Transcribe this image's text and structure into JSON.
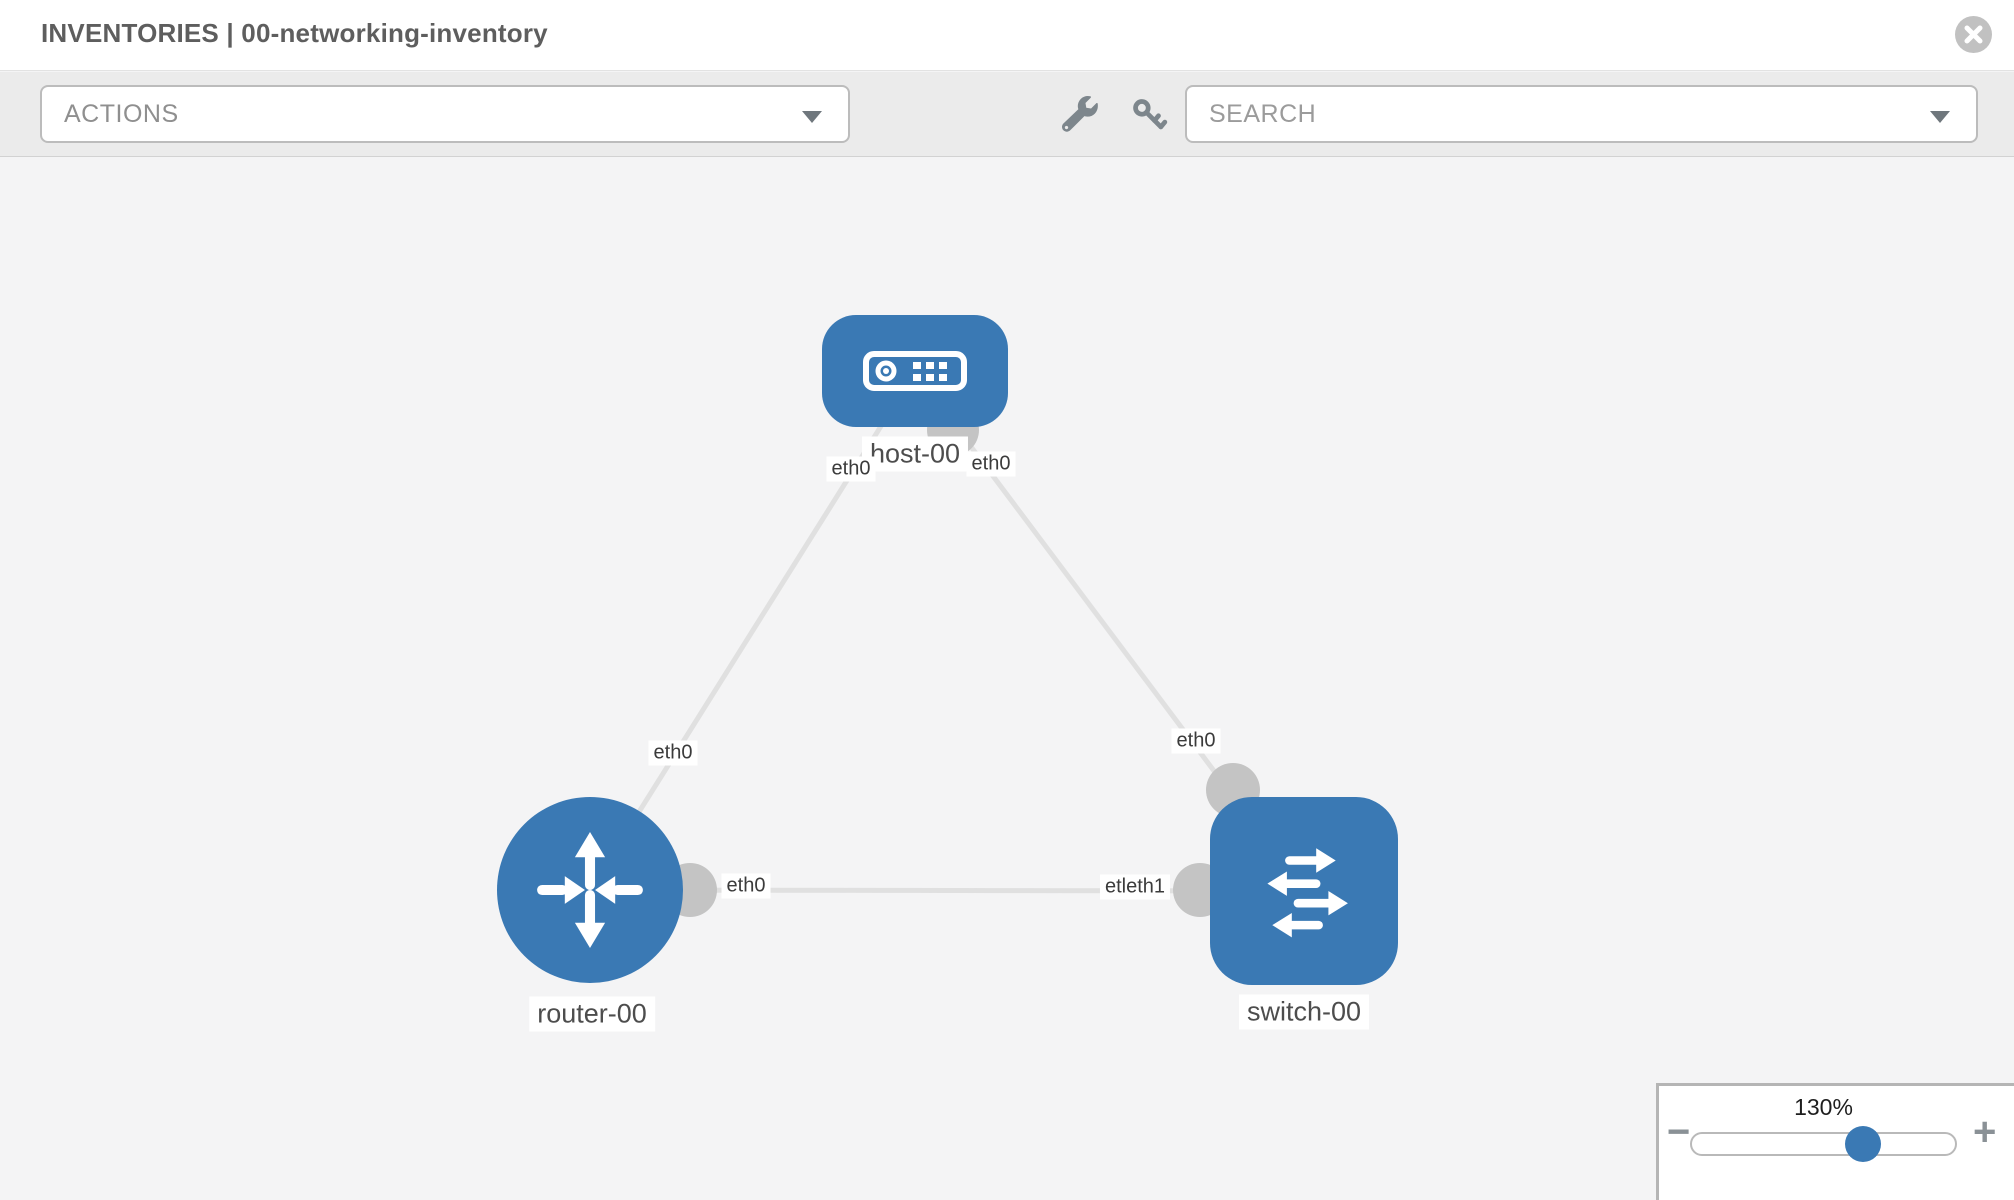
{
  "header": {
    "title": "INVENTORIES | 00-networking-inventory"
  },
  "toolbar": {
    "actions_label": "ACTIONS",
    "search_placeholder": "SEARCH",
    "icons": [
      "wrench-icon",
      "key-icon",
      "caret-down-icon",
      "x-circle-icon"
    ]
  },
  "topology": {
    "nodes": [
      {
        "type": "host",
        "label": "host-00"
      },
      {
        "type": "router",
        "label": "router-00"
      },
      {
        "type": "switch",
        "label": "switch-00"
      }
    ],
    "links": [
      {
        "from": "host-00",
        "to": "router-00"
      },
      {
        "from": "host-00",
        "to": "switch-00"
      },
      {
        "from": "router-00",
        "to": "switch-00"
      }
    ],
    "interface_labels": {
      "host_to_router_near_host": "eth0",
      "host_to_router_near_router": "eth0",
      "host_to_switch_near_host": "eth0",
      "host_to_switch_near_switch": "eth0",
      "router_to_switch_near_router": "eth0",
      "router_to_switch_near_switch": "etleth1"
    }
  },
  "zoom_control": {
    "level": "130%",
    "minus": "−",
    "plus": "+",
    "position_percent": 65
  },
  "colors": {
    "accent_blue": "#3a79b4",
    "link_gray": "#e0e0e0",
    "interface_dot_gray": "#c4c4c4"
  }
}
